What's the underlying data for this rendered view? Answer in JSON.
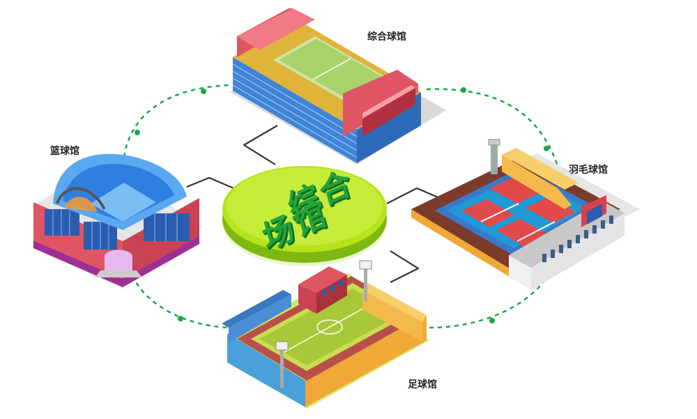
{
  "hub": {
    "line1": "综合",
    "line2": "场馆"
  },
  "venues": {
    "zonghe": "综合球馆",
    "lanqiu": "篮球馆",
    "yumao": "羽毛球馆",
    "zuqiu": "足球馆"
  },
  "colors": {
    "ring": "#1aa64a",
    "hub_top": "#b6e31a",
    "hub_side": "#7fb812",
    "connector": "#333333"
  }
}
